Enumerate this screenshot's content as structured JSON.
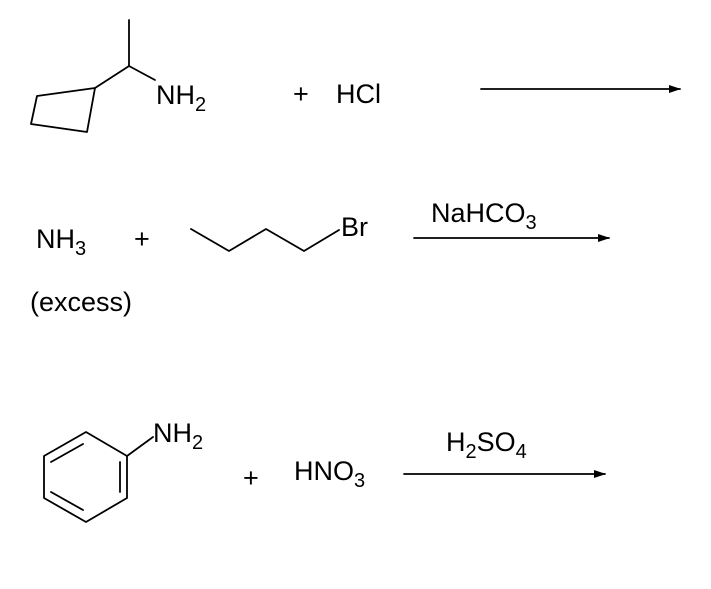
{
  "reactions": [
    {
      "reactant1": {
        "name": "1-cyclobutylethanamine",
        "group_label": "NH",
        "group_sub": "2"
      },
      "plus": "+",
      "reagent": {
        "text": "HCl"
      },
      "condition": {
        "text": "",
        "sub": "",
        "tail": ""
      }
    },
    {
      "reactant1": {
        "text": "NH",
        "sub": "3",
        "note": "(excess)"
      },
      "plus": "+",
      "reagent": {
        "name": "1-bromobutane",
        "label": "Br"
      },
      "condition": {
        "text": "NaHCO",
        "sub": "3",
        "tail": ""
      }
    },
    {
      "reactant1": {
        "name": "aniline",
        "group_label": "NH",
        "group_sub": "2"
      },
      "plus": "+",
      "reagent": {
        "text": "HNO",
        "sub": "3"
      },
      "condition": {
        "pre": "H",
        "pre_sub": "2",
        "text": "SO",
        "sub": "4"
      }
    }
  ],
  "colors": {
    "ink": "#000000",
    "background": "#ffffff"
  }
}
